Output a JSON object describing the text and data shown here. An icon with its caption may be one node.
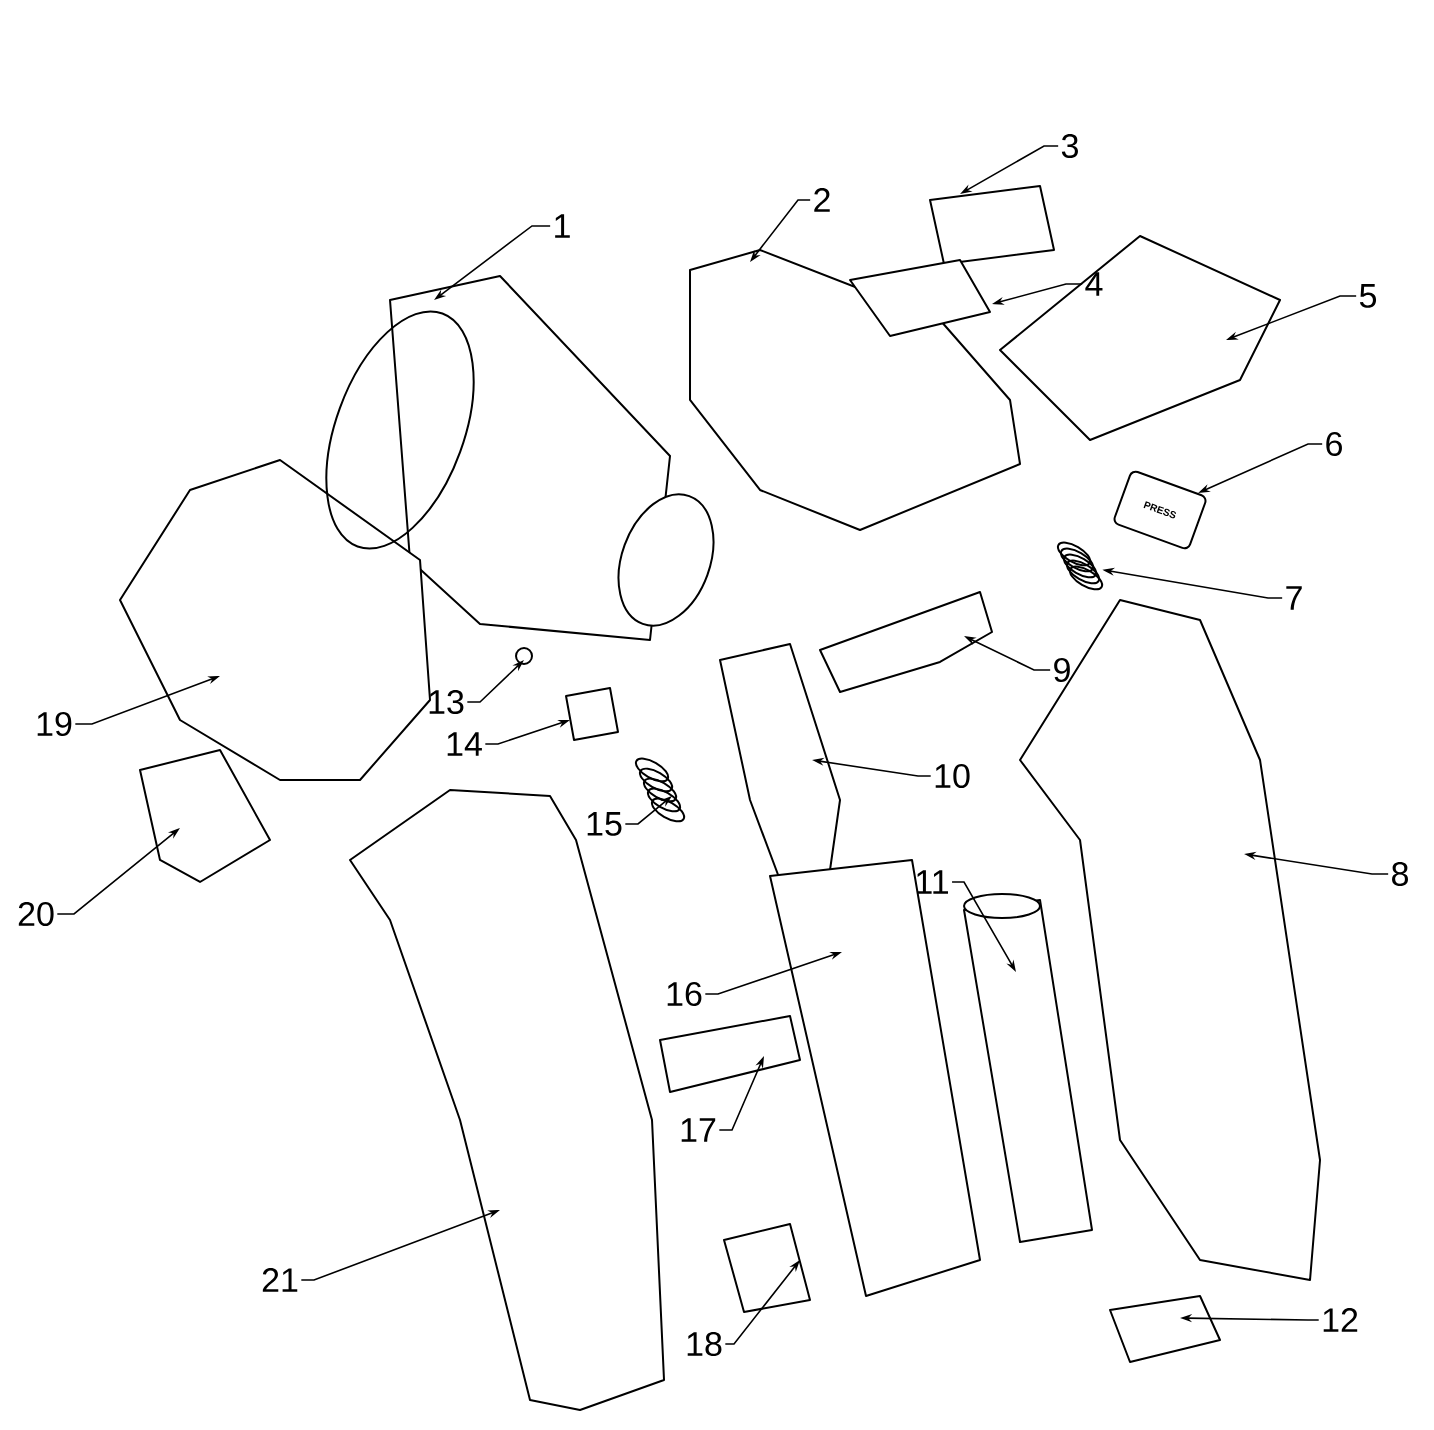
{
  "diagram": {
    "nodes": [
      {
        "text": [
          "1"
        ]
      },
      {
        "text": [
          "2"
        ]
      },
      {
        "text": [
          "3"
        ]
      },
      {
        "text": [
          "4"
        ]
      },
      {
        "text": [
          "5"
        ]
      },
      {
        "text": [
          "6"
        ]
      },
      {
        "text": [
          "7"
        ]
      },
      {
        "text": [
          "8"
        ]
      },
      {
        "text": [
          "9"
        ]
      },
      {
        "text": [
          "10"
        ]
      },
      {
        "text": [
          "11"
        ]
      },
      {
        "text": [
          "12"
        ]
      },
      {
        "text": [
          "13"
        ]
      },
      {
        "text": [
          "14"
        ]
      },
      {
        "text": [
          "15"
        ]
      },
      {
        "text": [
          "16"
        ]
      },
      {
        "text": [
          "17"
        ]
      },
      {
        "text": [
          "18"
        ]
      },
      {
        "text": [
          "19"
        ]
      },
      {
        "text": [
          "20"
        ]
      },
      {
        "text": [
          "21"
        ]
      },
      {
        "text": [
          "PRESS"
        ]
      },
      {
        "text": [],
        "shape": "picture"
      }
    ],
    "edges": [
      {
        "from": 0,
        "to": null,
        "arrow": "to"
      },
      {
        "from": 1,
        "to": null,
        "arrow": "to"
      },
      {
        "from": 2,
        "to": null,
        "arrow": "to"
      },
      {
        "from": 3,
        "to": null,
        "arrow": "to"
      },
      {
        "from": 4,
        "to": null,
        "arrow": "to"
      },
      {
        "from": 5,
        "to": 21,
        "arrow": "to"
      },
      {
        "from": 6,
        "to": 22,
        "arrow": "to"
      },
      {
        "from": 7,
        "to": null,
        "arrow": "to"
      },
      {
        "from": 8,
        "to": null,
        "arrow": "to"
      },
      {
        "from": 9,
        "to": null,
        "arrow": "to"
      },
      {
        "from": 10,
        "to": null,
        "arrow": "to"
      },
      {
        "from": 11,
        "to": null,
        "arrow": "to"
      },
      {
        "from": 12,
        "to": null,
        "arrow": "to"
      },
      {
        "from": 13,
        "to": null,
        "arrow": "to"
      },
      {
        "from": 14,
        "to": null,
        "arrow": "to"
      },
      {
        "from": 15,
        "to": null,
        "arrow": "to"
      },
      {
        "from": 16,
        "to": null,
        "arrow": "to"
      },
      {
        "from": 17,
        "to": null,
        "arrow": "to"
      },
      {
        "from": 18,
        "to": null,
        "arrow": "to"
      },
      {
        "from": 19,
        "to": null,
        "arrow": "to"
      },
      {
        "from": 20,
        "to": null,
        "arrow": "to"
      }
    ]
  }
}
